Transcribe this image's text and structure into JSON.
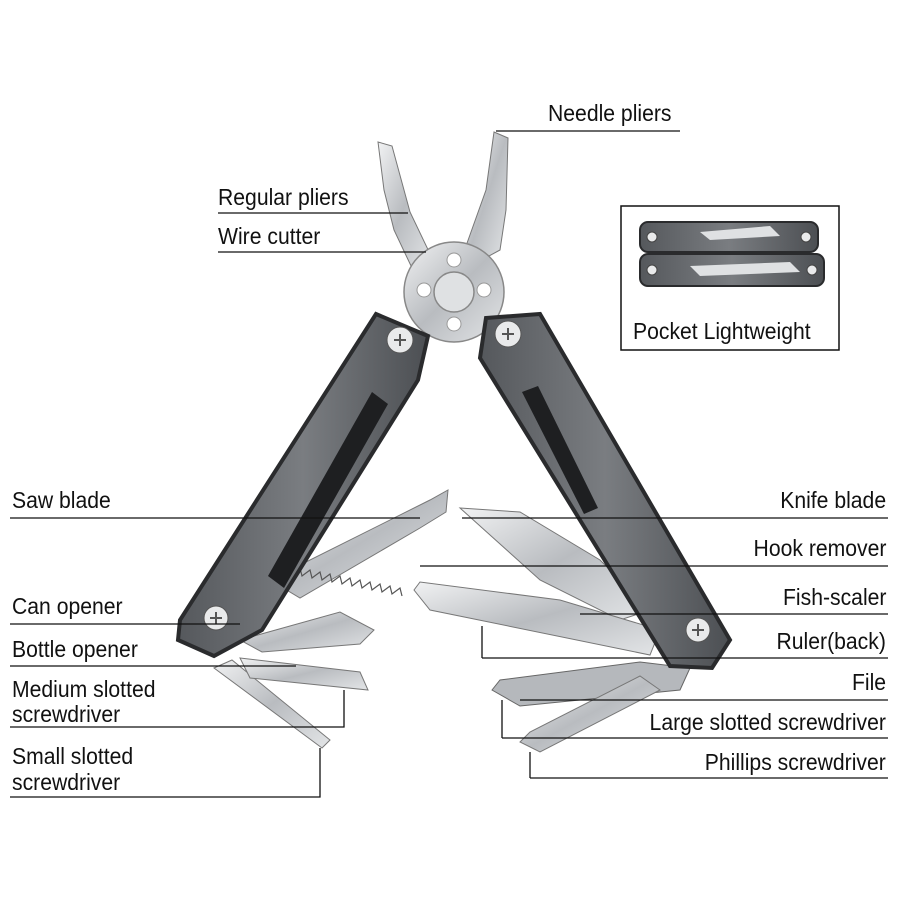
{
  "labels": {
    "needle_pliers": "Needle pliers",
    "regular_pliers": "Regular pliers",
    "wire_cutter": "Wire cutter",
    "saw_blade": "Saw blade",
    "can_opener": "Can opener",
    "bottle_opener": "Bottle opener",
    "medium_slotted_1": "Medium slotted",
    "medium_slotted_2": "screwdriver",
    "small_slotted_1": "Small slotted",
    "small_slotted_2": "screwdriver",
    "knife_blade": "Knife blade",
    "hook_remover": "Hook remover",
    "fish_scaler": "Fish-scaler",
    "ruler": "Ruler(back)",
    "file": "File",
    "large_slotted": "Large slotted screwdriver",
    "phillips": "Phillips screwdriver"
  },
  "inset": {
    "caption": "Pocket Lightweight"
  },
  "colors": {
    "handle": "#6b6e72",
    "handle_dark": "#2a2b2d",
    "steel": "#c9ccd0",
    "line": "#111111"
  }
}
